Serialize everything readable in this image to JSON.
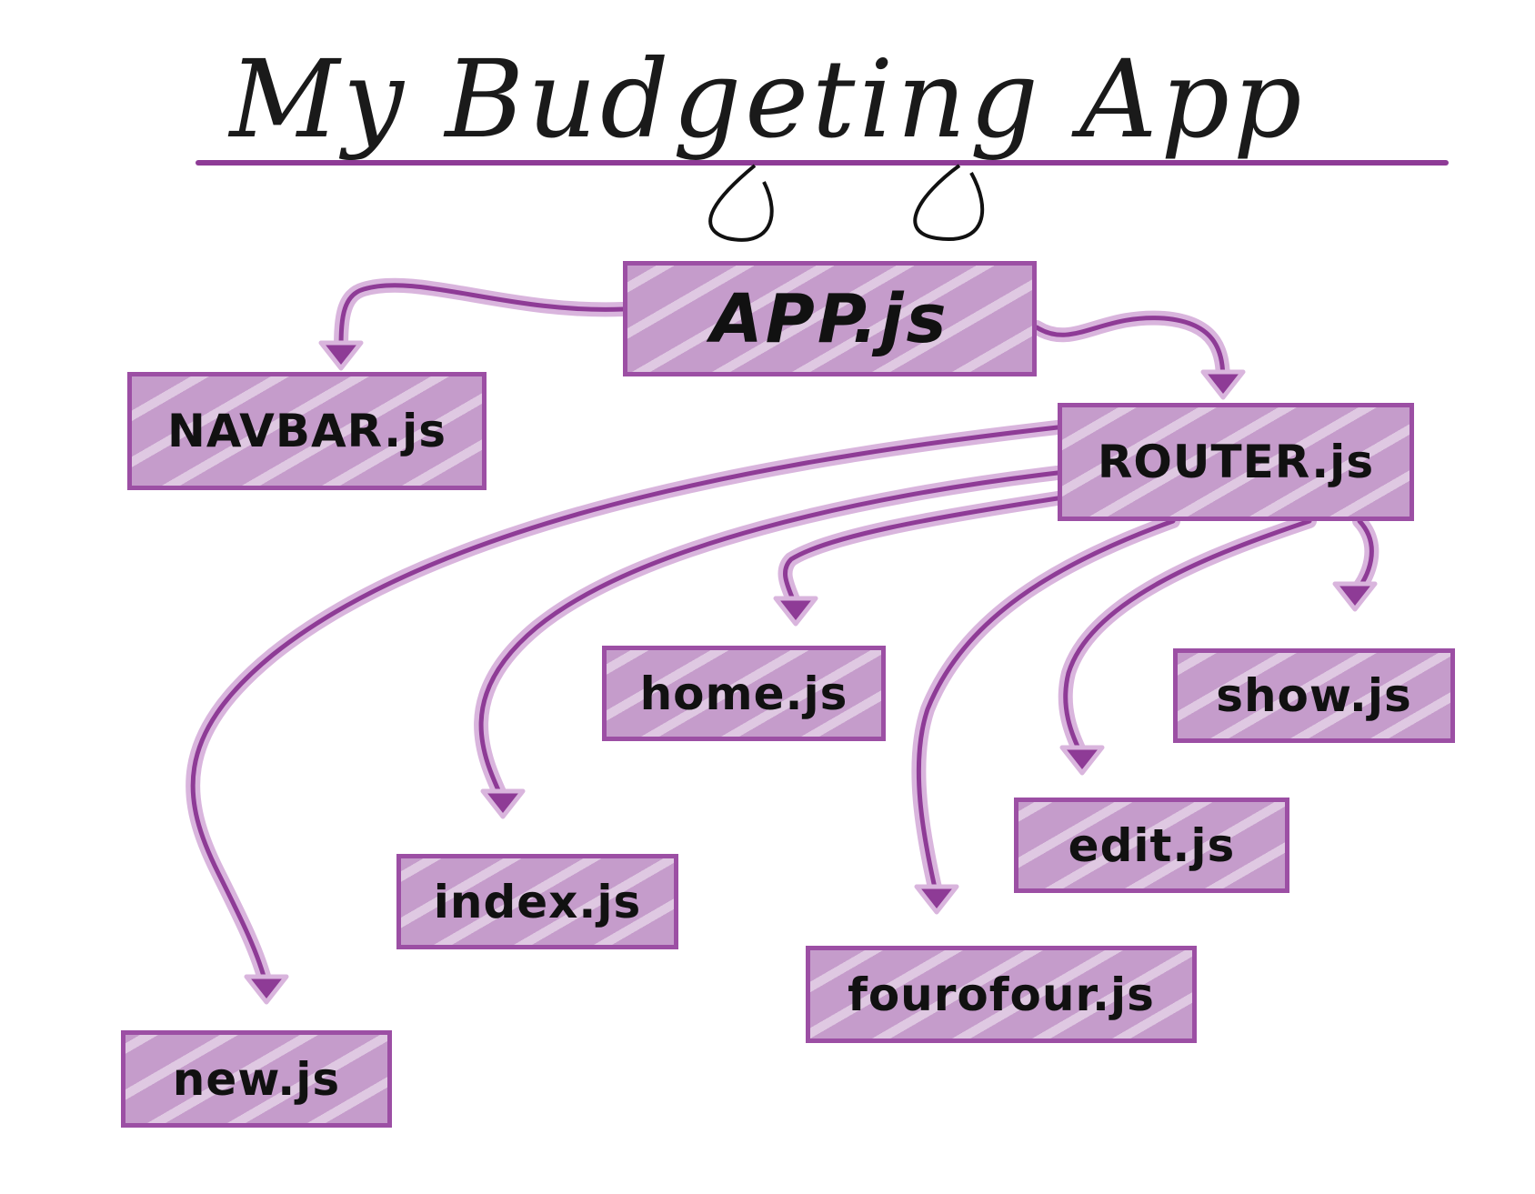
{
  "title": "My Budgeting App",
  "colors": {
    "accent": "#8e3b96",
    "arrow_halo": "#d9b5dd",
    "box_fill": "#c59ccb",
    "box_border": "#9c4fa4",
    "text": "#111111"
  },
  "nodes": {
    "app": "APP.js",
    "navbar": "NAVBAR.js",
    "router": "ROUTER.js",
    "home": "home.js",
    "show": "show.js",
    "edit": "edit.js",
    "index": "index.js",
    "fourofour": "fourofour.js",
    "new": "new.js"
  },
  "edges": [
    {
      "from": "app",
      "to": "navbar"
    },
    {
      "from": "app",
      "to": "router"
    },
    {
      "from": "router",
      "to": "new"
    },
    {
      "from": "router",
      "to": "index"
    },
    {
      "from": "router",
      "to": "home"
    },
    {
      "from": "router",
      "to": "fourofour"
    },
    {
      "from": "router",
      "to": "edit"
    },
    {
      "from": "router",
      "to": "show"
    }
  ]
}
